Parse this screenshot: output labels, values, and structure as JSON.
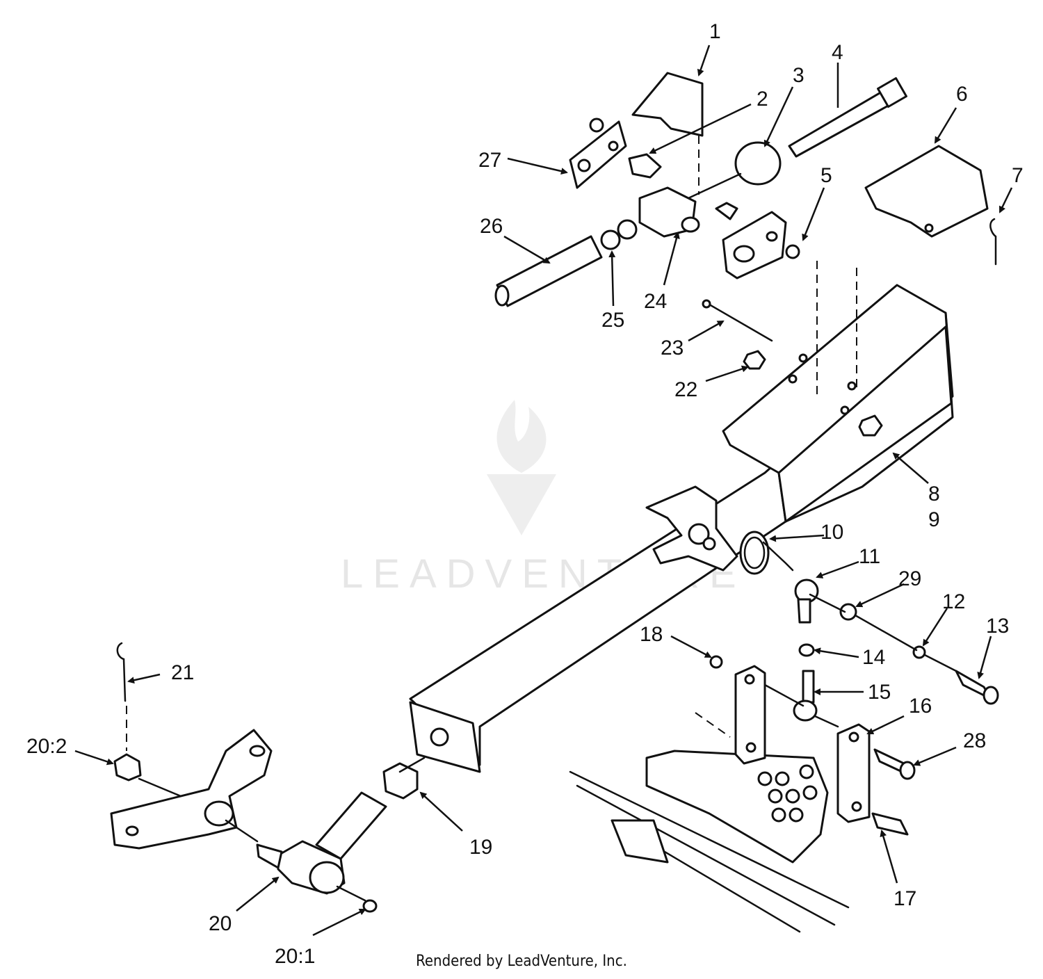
{
  "watermark": {
    "text": "LEADVENTURE",
    "logo_icon": "flame-v-logo-icon"
  },
  "footer": {
    "credit": "Rendered by LeadVenture, Inc."
  },
  "callouts": [
    "1",
    "2",
    "3",
    "4",
    "5",
    "6",
    "7",
    "8",
    "9",
    "10",
    "11",
    "12",
    "13",
    "14",
    "15",
    "16",
    "17",
    "18",
    "19",
    "20",
    "20:1",
    "20:2",
    "21",
    "22",
    "23",
    "24",
    "25",
    "26",
    "27",
    "28",
    "29"
  ],
  "colors": {
    "line": "#111111",
    "background": "#ffffff",
    "watermark": "#e6e6e6"
  }
}
